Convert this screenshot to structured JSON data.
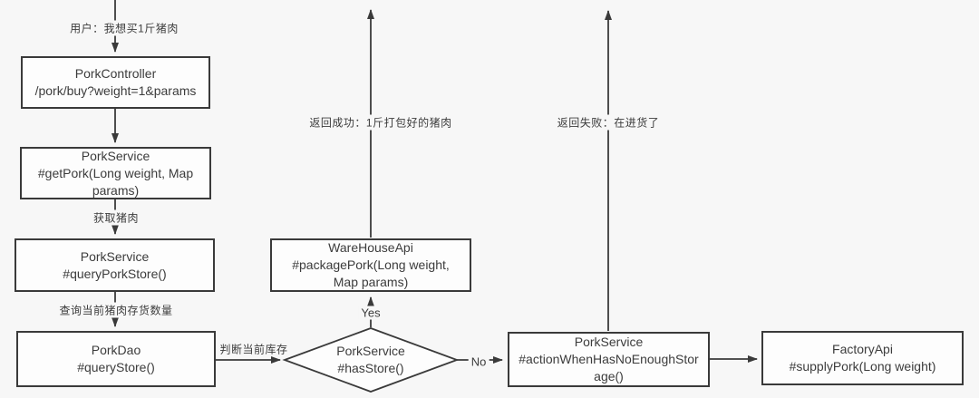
{
  "page": {
    "background": "#f7f7f7",
    "box_fill": "#fdfdfd",
    "line_color": "#3a3a3a",
    "text_color": "#3c3c3c"
  },
  "nodes": {
    "pork_controller": {
      "title": "PorkController",
      "subtitle": "/pork/buy?weight=1&params"
    },
    "get_pork": {
      "title": "PorkService",
      "subtitle": "#getPork(Long weight, Map params)"
    },
    "query_pork_store": {
      "title": "PorkService",
      "subtitle": "#queryPorkStore()"
    },
    "pork_dao": {
      "title": "PorkDao",
      "subtitle": "#queryStore()"
    },
    "warehouse_api": {
      "title": "WareHouseApi",
      "subtitle": "#packagePork(Long weight, Map params)"
    },
    "has_store": {
      "title": "PorkService",
      "subtitle": "#hasStore()"
    },
    "action_when_no_storage": {
      "title": "PorkService",
      "subtitle": "#actionWhenHasNoEnoughStorage()"
    },
    "factory_api": {
      "title": "FactoryApi",
      "subtitle": "#supplyPork(Long weight)"
    }
  },
  "labels": {
    "user_request": "用户：我想买1斤猪肉",
    "get_pork_edge": "获取猪肉",
    "query_stock_edge": "查询当前猪肉存货数量",
    "judge_stock_edge": "判断当前库存",
    "yes": "Yes",
    "no": "No",
    "success_return": "返回成功：1斤打包好的猪肉",
    "fail_return": "返回失败：在进货了"
  }
}
